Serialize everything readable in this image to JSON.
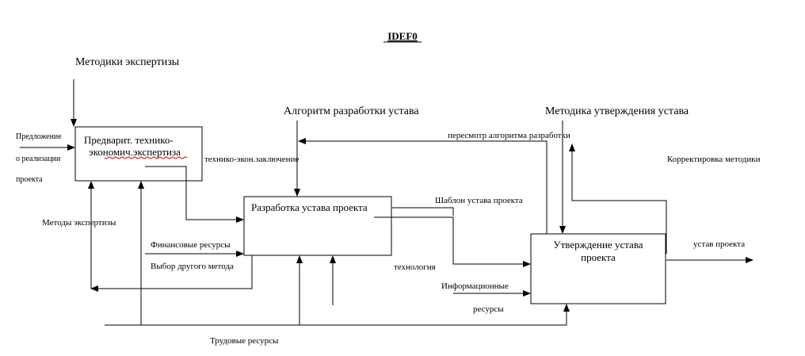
{
  "diagram": {
    "title": "IDEF0",
    "boxes": {
      "expertise_line1": "Предварит. технико-",
      "expertise_line2": "экономич.экспертиза",
      "charter_dev": "Разработка устава проекта",
      "approval_line1": "Утверждение устава",
      "approval_line2": "проекта"
    },
    "labels": {
      "methods_of_expertise_top": "Методики экспертизы",
      "proposal_line1": "Предложение",
      "proposal_line2": "о реализации",
      "proposal_line3": "проекта",
      "methods_of_expertise_side": "Методы экспертизы",
      "tech_econ_conclusion": "технико-экон.заключение",
      "charter_algorithm": "Алгоритм разработки устава",
      "approval_methodology": "Методика утверждения устава",
      "algorithm_revision": "пересмотр алгоритма разработки",
      "methodology_correction": "Корректировка методики",
      "charter_template": "Шаблон устава проекта",
      "financial_resources": "Финансовые ресурсы",
      "choose_other_method": "Выбор другого метода",
      "technology": "технология",
      "info_resources_line1": "Информационные",
      "info_resources_line2": "ресурсы",
      "labor_resources": "Трудовые ресурсы",
      "project_charter": "устав проекта"
    }
  }
}
